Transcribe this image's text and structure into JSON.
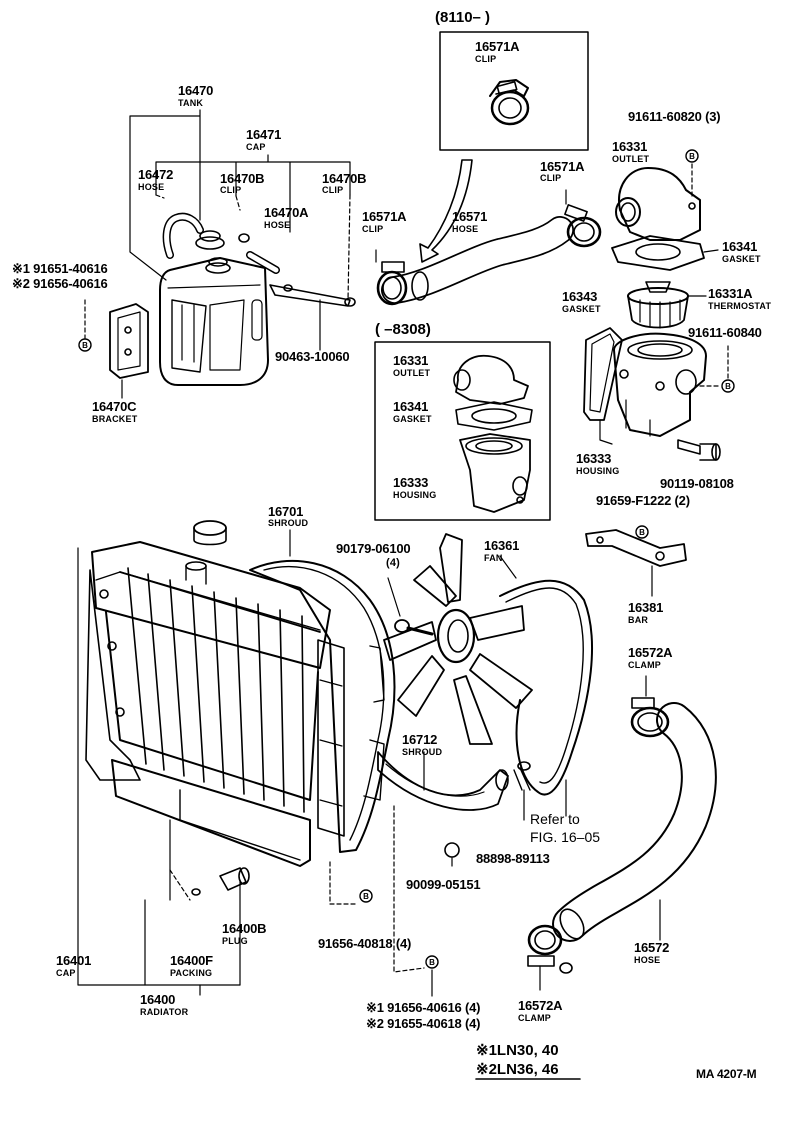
{
  "diagram": {
    "ref_code": "MA 4207-M",
    "date_top": "(8110–        )",
    "date_mid": "(        –8308)",
    "note_1": "※1LN30, 40",
    "note_2": "※2LN36, 46",
    "parts": {
      "tank_no": "16470",
      "tank_name": "TANK",
      "cap_no": "16471",
      "cap_name": "CAP",
      "hose_no": "16472",
      "hose_name": "HOSE",
      "clip_b1_no": "16470B",
      "clip_b1_name": "CLIP",
      "clip_b2_no": "16470B",
      "clip_b2_name": "CLIP",
      "hose_a_no": "16470A",
      "hose_a_name": "HOSE",
      "bolt_90463": "90463-10060",
      "bracket_no": "16470C",
      "bracket_name": "BRACKET",
      "bolt_ref_1": "※1 91651-40616",
      "bolt_ref_2": "※2 91656-40616",
      "clip_top_no": "16571A",
      "clip_top_name": "CLIP",
      "clip_mid_no": "16571A",
      "clip_mid_name": "CLIP",
      "clip_left_no": "16571A",
      "clip_left_name": "CLIP",
      "hose_16571_no": "16571",
      "hose_16571_name": "HOSE",
      "bolt_91611_a": "91611-60820 (3)",
      "outlet_r_no": "16331",
      "outlet_r_name": "OUTLET",
      "gasket_r_no": "16341",
      "gasket_r_name": "GASKET",
      "gasket_16343_no": "16343",
      "gasket_16343_name": "GASKET",
      "thermo_no": "16331A",
      "thermo_name": "THERMOSTAT",
      "bolt_91611_b": "91611-60840",
      "housing_r_no": "16333",
      "housing_r_name": "HOUSING",
      "bolt_90119": "90119-08108",
      "outlet_in_no": "16331",
      "outlet_in_name": "OUTLET",
      "gasket_in_no": "16341",
      "gasket_in_name": "GASKET",
      "housing_in_no": "16333",
      "housing_in_name": "HOUSING",
      "bolt_91659": "91659-F1222 (2)",
      "bar_no": "16381",
      "bar_name": "BAR",
      "shroud_no": "16701",
      "shroud_name": "SHROUD",
      "bolt_90179": "90179-06100",
      "bolt_90179_qty": "(4)",
      "fan_no": "16361",
      "fan_name": "FAN",
      "clamp_r_no": "16572A",
      "clamp_r_name": "CLAMP",
      "shroud2_no": "16712",
      "shroud2_name": "SHROUD",
      "refer_1": "Refer to",
      "refer_2": "FIG. 16–05",
      "bolt_88898": "88898-89113",
      "bolt_90099": "90099-05151",
      "plug_no": "16400B",
      "plug_name": "PLUG",
      "packing_no": "16400F",
      "packing_name": "PACKING",
      "cap_rad_no": "16401",
      "cap_rad_name": "CAP",
      "radiator_no": "16400",
      "radiator_name": "RADIATOR",
      "bolt_91656": "91656-40818 (4)",
      "bolt_ref_3": "※1 91656-40616 (4)",
      "bolt_ref_4": "※2 91655-40618 (4)",
      "clamp_b_no": "16572A",
      "clamp_b_name": "CLAMP",
      "hose_lower_no": "16572",
      "hose_lower_name": "HOSE"
    }
  }
}
